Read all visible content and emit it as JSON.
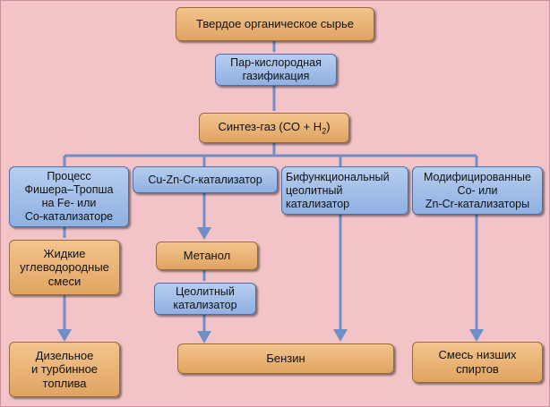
{
  "nodes": {
    "raw_material": "Твердое органическое сырье",
    "gasification": "Пар-кислородная\nгазификация",
    "syngas_prefix": "Синтез-газ (СО + Н",
    "syngas_sub": "2",
    "syngas_suffix": ")",
    "fischer_tropsch": "Процесс\nФишера–Тропша\nна Fe- или\nСо-катализаторе",
    "cuzncr": "Cu-Zn-Cr-катализатор",
    "bifunctional": "Бифункциональный\nцеолитный\nкатализатор",
    "modified": "Модифицированные\nCo- или\nZn-Cr-катализаторы",
    "liquid_hc": "Жидкие\nуглеводородные\nсмеси",
    "methanol": "Метанол",
    "zeolite": "Цеолитный\nкатализатор",
    "diesel": "Дизельное\nи турбинное\nтоплива",
    "gasoline": "Бензин",
    "alcohols": "Смесь низших\nспиртов"
  },
  "colors": {
    "background": "#f2c4c8",
    "process_box": "#e0a462",
    "catalyst_box": "#8fb0e2",
    "connector": "#6f8fc8"
  }
}
